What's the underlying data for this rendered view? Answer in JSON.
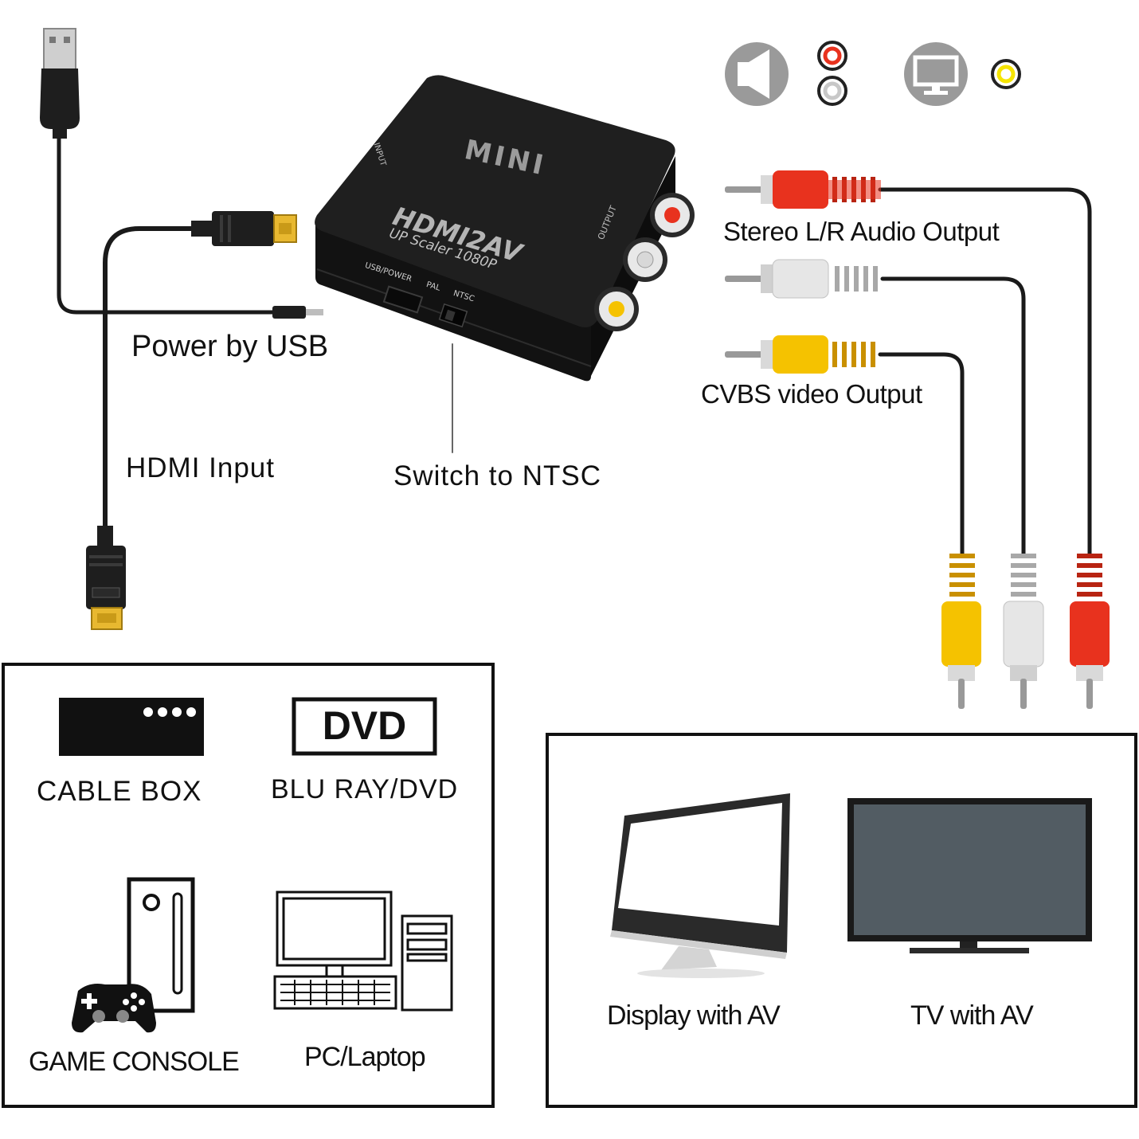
{
  "device": {
    "brand": "MINI",
    "model": "HDMI2AV",
    "subtitle": "UP Scaler 1080P",
    "port_input": "INPUT",
    "port_output": "OUTPUT",
    "port_usb": "USB/POWER",
    "switch_pal": "PAL",
    "switch_ntsc": "NTSC"
  },
  "callouts": {
    "power": "Power by USB",
    "hdmi_input": "HDMI Input",
    "switch": "Switch to NTSC",
    "audio_output": "Stereo L/R Audio Output",
    "video_output": "CVBS video Output"
  },
  "sources": {
    "cable_box": "CABLE BOX",
    "dvd_logo": "DVD",
    "blu_ray": "BLU RAY/DVD",
    "game_console": "GAME CONSOLE",
    "pc": "PC/Laptop"
  },
  "displays": {
    "display": "Display with AV",
    "tv": "TV with AV"
  },
  "icons": [
    "usb-plug-icon",
    "hdmi-plug-icon",
    "speaker-icon",
    "monitor-icon",
    "rca-plug-icon"
  ],
  "colors": {
    "rca_red": "#e8321e",
    "rca_white": "#e6e6e6",
    "rca_yellow": "#f5c200",
    "device_body": "#1b1b1b",
    "cable": "#1a1a1a",
    "icon_gray": "#9a9a9a"
  }
}
